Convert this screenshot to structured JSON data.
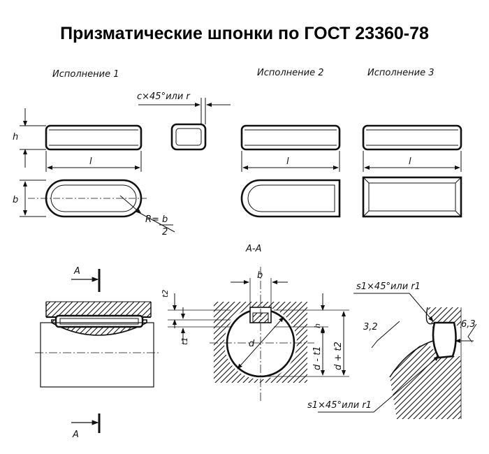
{
  "title": "Призматические шпонки по ГОСТ 23360-78",
  "versions": {
    "v1": "Исполнение 1",
    "v2": "Исполнение 2",
    "v3": "Исполнение 3"
  },
  "dims": {
    "h": "h",
    "b": "b",
    "l": "l",
    "chamfer": "c×45°или r",
    "radius_num": "R= b",
    "radius_den": "2",
    "section": "A-A",
    "A": "A",
    "t2": "t2",
    "t1": "t1",
    "d": "d",
    "d_minus_t1": "d - t1",
    "d_plus_t2": "d + t2",
    "s1_top": "s1×45°или r1",
    "s1_bottom": "s1×45°или r1",
    "rough_32": "3,2",
    "rough_63": "6,3"
  }
}
